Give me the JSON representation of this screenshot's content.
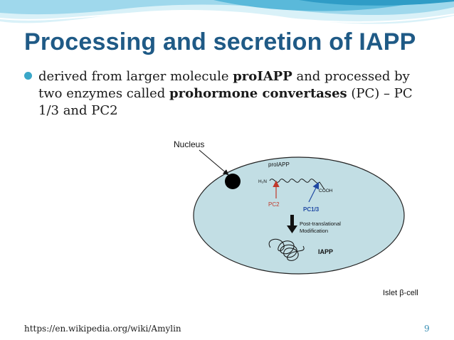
{
  "slide": {
    "title": "Processing and secretion of IAPP",
    "bullet": {
      "text_1": "derived from larger molecule ",
      "bold_1": "proIAPP",
      "text_2": " and processed by two enzymes called ",
      "bold_2": "prohormone convertases",
      "text_3": " (PC) – PC 1/3 and PC2"
    },
    "source_url": "https://en.wikipedia.org/wiki/Amylin",
    "page_number": "9"
  },
  "figure": {
    "nucleus_label": "Nucleus",
    "propeptide_label": "proIAPP",
    "h2n_label": "H₂N",
    "cooh_label": "COOH",
    "pc2_label": "PC2",
    "pc13_label": "PC1/3",
    "post_translational_line1": "Post-translational",
    "post_translational_line2": "Modification",
    "iapp_label": "IAPP",
    "cell_label": "Islet β-cell"
  },
  "colors": {
    "title": "#1f5a86",
    "bullet": "#3aa7c8",
    "cell_fill": "#c2dee4",
    "pc2": "#c0392b",
    "pc13": "#1f49a3"
  }
}
